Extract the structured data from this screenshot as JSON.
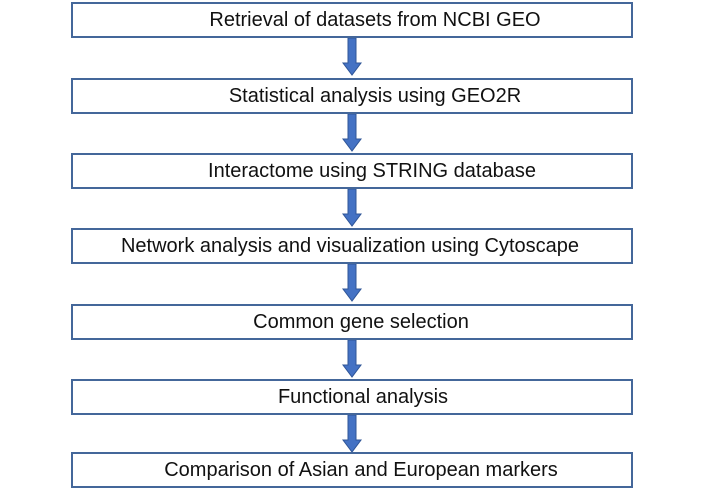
{
  "flowchart": {
    "colors": {
      "box_border": "#44679a",
      "arrow_fill": "#4472c4",
      "arrow_stroke": "#2f5597",
      "text": "#111111"
    },
    "steps": [
      {
        "label": "Retrieval of datasets from NCBI GEO"
      },
      {
        "label": "Statistical analysis using GEO2R"
      },
      {
        "label": "Interactome using STRING database"
      },
      {
        "label": "Network analysis and visualization using Cytoscape"
      },
      {
        "label": "Common gene selection"
      },
      {
        "label": "Functional analysis"
      },
      {
        "label": "Comparison of Asian and European markers"
      }
    ]
  }
}
